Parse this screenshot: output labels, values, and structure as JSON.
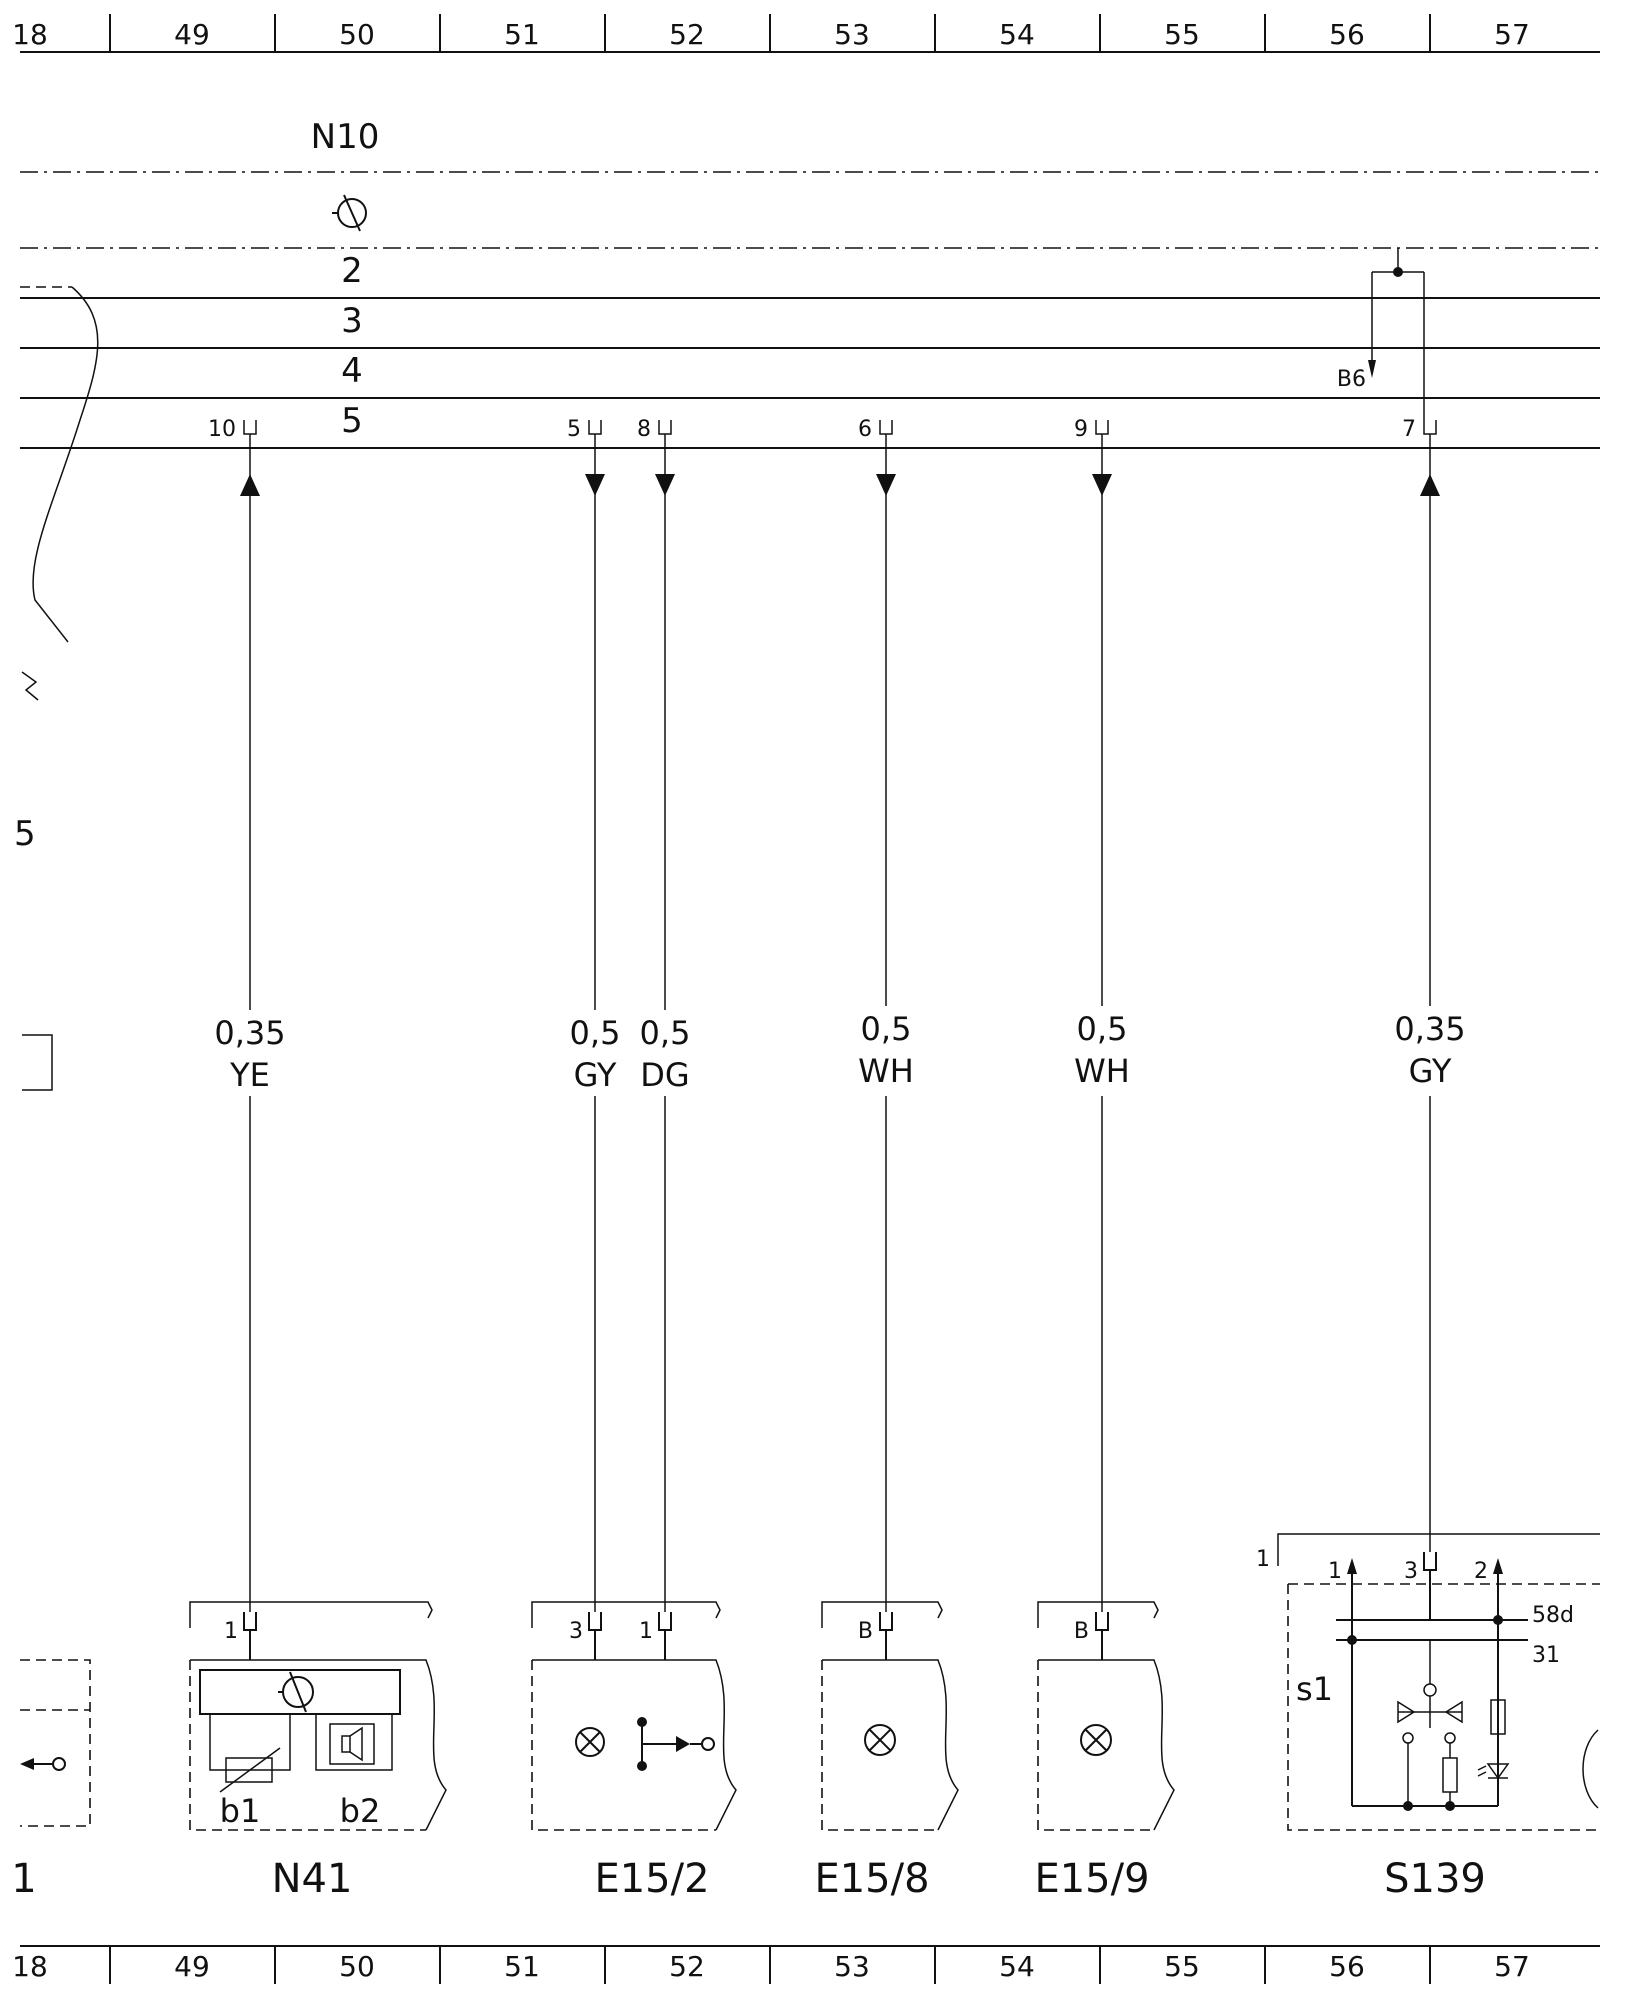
{
  "grid": {
    "top": [
      "18",
      "49",
      "50",
      "51",
      "52",
      "53",
      "54",
      "55",
      "56",
      "57"
    ],
    "bottom": [
      "18",
      "49",
      "50",
      "51",
      "52",
      "53",
      "54",
      "55",
      "56",
      "57"
    ]
  },
  "module": {
    "name": "N10",
    "bus_lines": [
      "2",
      "3",
      "4",
      "5"
    ],
    "b6_label": "B6"
  },
  "pins_top": [
    "10",
    "5",
    "8",
    "6",
    "9",
    "7"
  ],
  "wires": [
    {
      "gauge": "0,35",
      "color": "YE"
    },
    {
      "gauge": "0,5",
      "color": "GY"
    },
    {
      "gauge": "0,5",
      "color": "DG"
    },
    {
      "gauge": "0,5",
      "color": "WH"
    },
    {
      "gauge": "0,5",
      "color": "WH"
    },
    {
      "gauge": "0,35",
      "color": "GY"
    }
  ],
  "components": {
    "n41": {
      "name": "N41",
      "pin": "1",
      "sub1": "b1",
      "sub2": "b2"
    },
    "e15_2": {
      "name": "E15/2",
      "pin_a": "3",
      "pin_b": "1"
    },
    "e15_8": {
      "name": "E15/8",
      "pin": "B"
    },
    "e15_9": {
      "name": "E15/9",
      "pin": "B"
    },
    "s139": {
      "name": "S139",
      "frame_pin": "1",
      "pin1": "1",
      "pin3": "3",
      "pin2": "2",
      "label_58d": "58d",
      "label_31": "31",
      "sub": "s1"
    }
  },
  "edge_fragments": {
    "left_mid": "5",
    "left_bottom": "1"
  }
}
